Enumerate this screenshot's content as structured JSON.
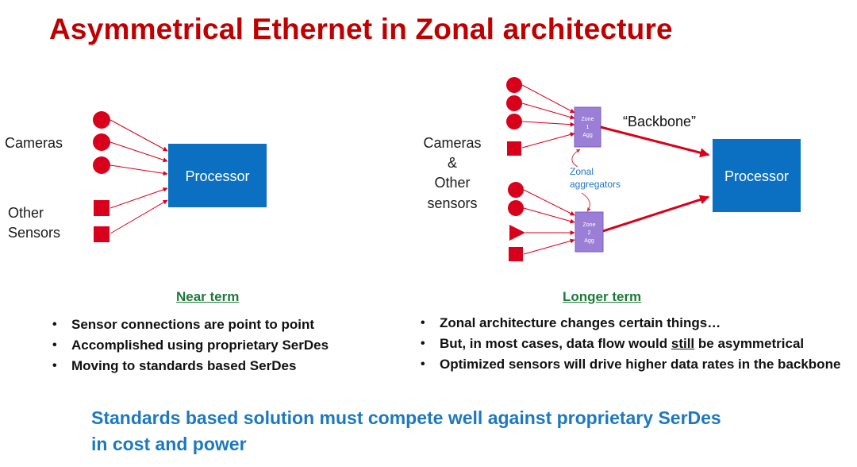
{
  "title": "Asymmetrical Ethernet in Zonal architecture",
  "colors": {
    "title": "#c00000",
    "sensor_red": "#d9001b",
    "processor_blue": "#0b6fc2",
    "zone_purple": "#9b7fd6",
    "heading_green": "#1f7a3a",
    "footer_blue": "#1c78c0",
    "note_blue": "#1f74c8"
  },
  "near_term_diagram": {
    "cameras_label": "Cameras",
    "other_sensors_label_1": "Other",
    "other_sensors_label_2": "Sensors",
    "processor_label": "Processor"
  },
  "longer_term_diagram": {
    "sensors_label_1": "Cameras",
    "sensors_label_2": "&",
    "sensors_label_3": "Other",
    "sensors_label_4": "sensors",
    "zone1_line1": "Zone",
    "zone1_line2": "1",
    "zone1_line3": "Agg",
    "zone2_line1": "Zone",
    "zone2_line2": "2",
    "zone2_line3": "Agg",
    "aggregators_label_1": "Zonal",
    "aggregators_label_2": "aggregators",
    "backbone_label": "“Backbone”",
    "processor_label": "Processor"
  },
  "near_term": {
    "heading": "Near term",
    "bullets": [
      "Sensor connections are point to point",
      "Accomplished using proprietary SerDes",
      "Moving to standards based SerDes"
    ]
  },
  "longer_term": {
    "heading": "Longer term",
    "bullet1": "Zonal architecture changes certain things…",
    "bullet2_pre": "But, in most cases, data flow would ",
    "bullet2_emph": "still",
    "bullet2_post": " be asymmetrical",
    "bullet3": "Optimized sensors will drive higher data rates in the backbone"
  },
  "footer": {
    "line1": "Standards based solution must compete well against proprietary SerDes",
    "line2": "in cost and power"
  }
}
